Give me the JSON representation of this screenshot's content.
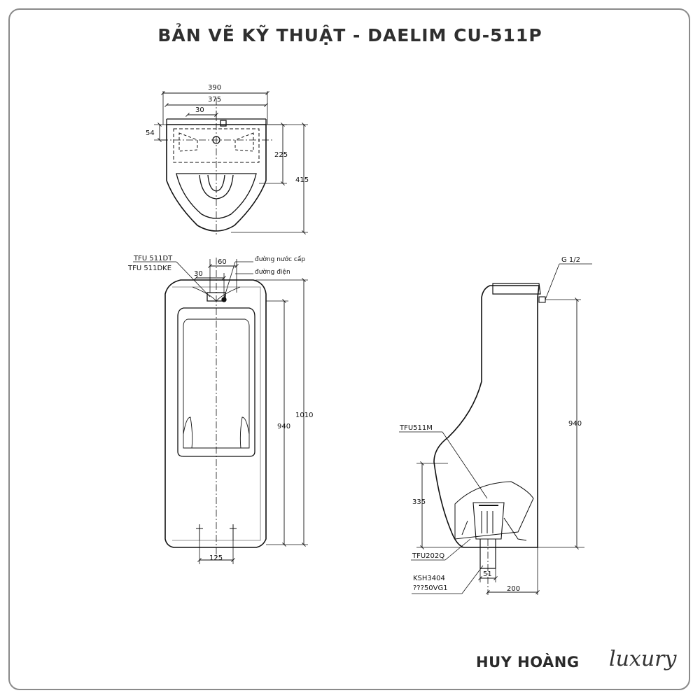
{
  "title": "BẢN VẼ KỸ THUẬT - DAELIM CU-511P",
  "brand": {
    "main": "HUY HOÀNG",
    "script": "luxury"
  },
  "top_view": {
    "dims": {
      "w390": "390",
      "w375": "375",
      "w30": "30",
      "h54": "54",
      "h225": "225",
      "h415": "415"
    }
  },
  "front_view": {
    "labels": {
      "tfu511dt": "TFU 511DT",
      "tfu511dke": "TFU 511DKE",
      "water": "đường nước cấp",
      "power": "đường điện"
    },
    "dims": {
      "w60": "60",
      "w30": "30",
      "h940": "940",
      "h1010": "1010",
      "w125": "125"
    }
  },
  "side_view": {
    "labels": {
      "g12": "G 1/2",
      "tfu511m": "TFU511M",
      "tfu202q": "TFU202Q",
      "ksh3404": "KSH3404",
      "vg1": "???50VG1"
    },
    "dims": {
      "h940": "940",
      "h335": "335",
      "w51": "51",
      "w200": "200"
    }
  }
}
